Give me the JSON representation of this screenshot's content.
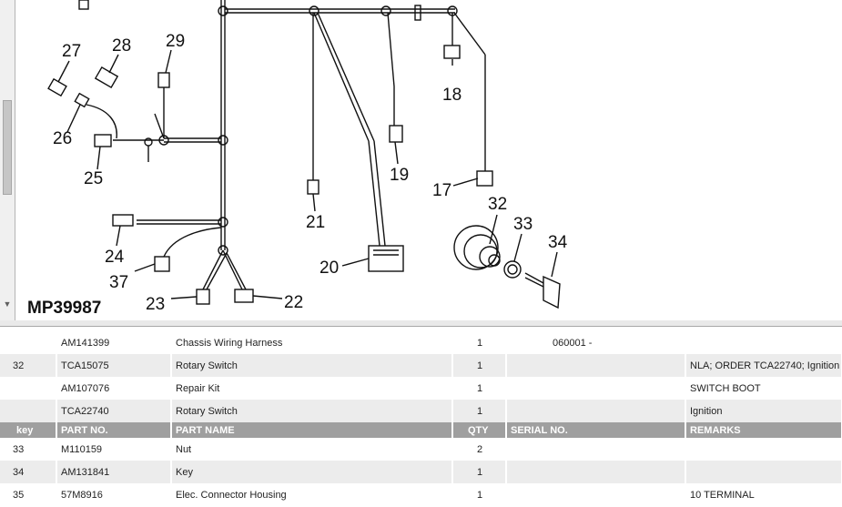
{
  "diagram": {
    "code": "MP39987",
    "callouts": [
      "17",
      "18",
      "19",
      "20",
      "21",
      "22",
      "23",
      "24",
      "25",
      "26",
      "27",
      "28",
      "29",
      "32",
      "33",
      "34",
      "37"
    ]
  },
  "table": {
    "headers": {
      "key": "key",
      "part_no": "PART NO.",
      "part_name": "PART NAME",
      "qty": "QTY",
      "serial_no": "SERIAL NO.",
      "remarks": "REMARKS"
    },
    "rows_before": [
      {
        "key": "",
        "part_no": "AM141399",
        "part_name": "Chassis Wiring Harness",
        "qty": "1",
        "serial_no": "060001   -",
        "remarks": ""
      },
      {
        "key": "32",
        "part_no": "TCA15075",
        "part_name": "Rotary Switch",
        "qty": "1",
        "serial_no": "",
        "remarks": "NLA; ORDER TCA22740; Ignition"
      },
      {
        "key": "",
        "part_no": "AM107076",
        "part_name": "Repair Kit",
        "qty": "1",
        "serial_no": "",
        "remarks": "SWITCH BOOT"
      },
      {
        "key": "",
        "part_no": "TCA22740",
        "part_name": "Rotary Switch",
        "qty": "1",
        "serial_no": "",
        "remarks": "Ignition"
      }
    ],
    "rows_after": [
      {
        "key": "33",
        "part_no": "M110159",
        "part_name": "Nut",
        "qty": "2",
        "serial_no": "",
        "remarks": ""
      },
      {
        "key": "34",
        "part_no": "AM131841",
        "part_name": "Key",
        "qty": "1",
        "serial_no": "",
        "remarks": ""
      },
      {
        "key": "35",
        "part_no": "57M8916",
        "part_name": "Elec. Connector Housing",
        "qty": "1",
        "serial_no": "",
        "remarks": "10 TERMINAL"
      }
    ]
  }
}
